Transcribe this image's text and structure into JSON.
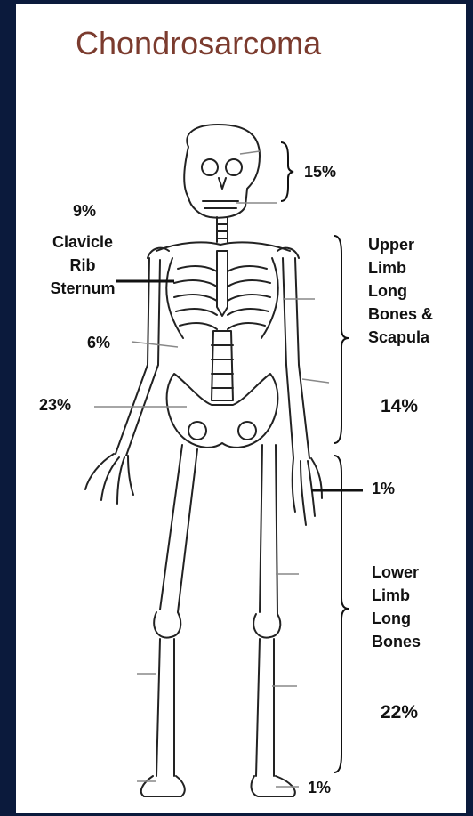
{
  "title": "Chondrosarcoma",
  "labels": {
    "skull_pct": "15%",
    "clavicle_pct": "9%",
    "clavicle_lines": [
      "Clavicle",
      "Rib",
      "Sternum"
    ],
    "spine_pct": "6%",
    "pelvis_pct": "23%",
    "upper_limb_lines": [
      "Upper",
      "Limb",
      "Long",
      "Bones &",
      "Scapula"
    ],
    "upper_limb_pct": "14%",
    "hand_pct": "1%",
    "lower_limb_lines": [
      "Lower",
      "Limb",
      "Long",
      "Bones"
    ],
    "lower_limb_pct": "22%",
    "foot_pct": "1%"
  },
  "colors": {
    "background": "#0b1a3c",
    "title": "#7b3b2e"
  }
}
